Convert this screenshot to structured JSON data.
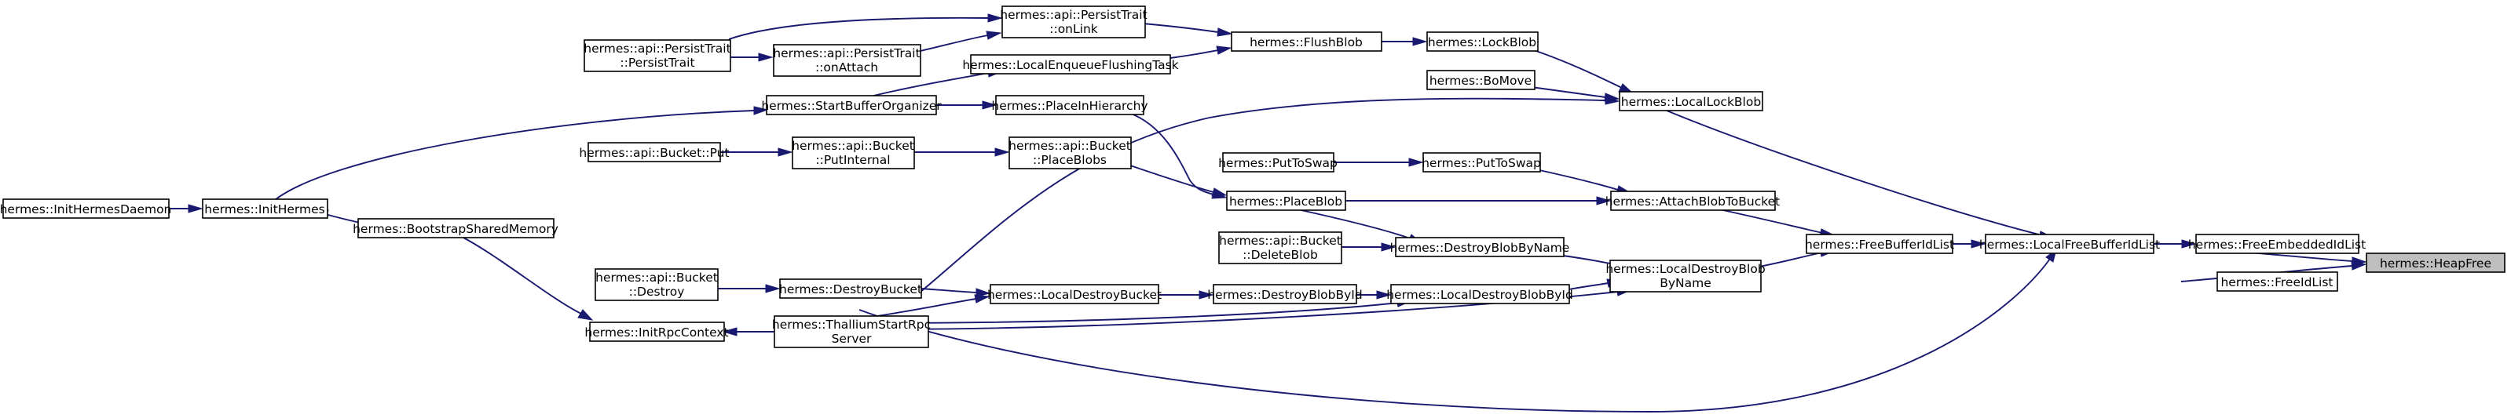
{
  "diagram": {
    "colors": {
      "edge": "#191970",
      "node_border": "#000000",
      "highlight_fill": "#bfbfbf",
      "node_fill": "#ffffff"
    },
    "nodes": [
      {
        "id": "heapfree",
        "label": [
          "hermes::HeapFree"
        ],
        "highlight": true
      },
      {
        "id": "freeembeddedidlist",
        "label": [
          "hermes::FreeEmbeddedIdList"
        ]
      },
      {
        "id": "freeidlist",
        "label": [
          "hermes::FreeIdList"
        ]
      },
      {
        "id": "localfreebufferidlist",
        "label": [
          "hermes::LocalFreeBufferIdList"
        ]
      },
      {
        "id": "freebufferidlist",
        "label": [
          "hermes::FreeBufferIdList"
        ]
      },
      {
        "id": "locallockblob",
        "label": [
          "hermes::LocalLockBlob"
        ]
      },
      {
        "id": "lockblob",
        "label": [
          "hermes::LockBlob"
        ]
      },
      {
        "id": "bomove",
        "label": [
          "hermes::BoMove"
        ]
      },
      {
        "id": "flushblob",
        "label": [
          "hermes::FlushBlob"
        ]
      },
      {
        "id": "onlink",
        "label": [
          "hermes::api::PersistTrait",
          "::onLink"
        ]
      },
      {
        "id": "localenqueue",
        "label": [
          "hermes::LocalEnqueueFlushingTask"
        ]
      },
      {
        "id": "onattach",
        "label": [
          "hermes::api::PersistTrait",
          "::onAttach"
        ]
      },
      {
        "id": "persisttrait",
        "label": [
          "hermes::api::PersistTrait",
          "::PersistTrait"
        ]
      },
      {
        "id": "startbufferorganizer",
        "label": [
          "hermes::StartBufferOrganizer"
        ]
      },
      {
        "id": "placeinhierarchy",
        "label": [
          "hermes::PlaceInHierarchy"
        ]
      },
      {
        "id": "initHermes",
        "label": [
          "hermes::InitHermes"
        ]
      },
      {
        "id": "initdaemon",
        "label": [
          "hermes::InitHermesDaemon"
        ]
      },
      {
        "id": "bootstrap",
        "label": [
          "hermes::BootstrapSharedMemory"
        ]
      },
      {
        "id": "initrpc",
        "label": [
          "hermes::InitRpcContext"
        ]
      },
      {
        "id": "thallium",
        "label": [
          "hermes::ThalliumStartRpc",
          "Server"
        ]
      },
      {
        "id": "bucketput",
        "label": [
          "hermes::api::Bucket::Put"
        ]
      },
      {
        "id": "putinternal",
        "label": [
          "hermes::api::Bucket",
          "::PutInternal"
        ]
      },
      {
        "id": "placeblobs",
        "label": [
          "hermes::api::Bucket",
          "::PlaceBlobs"
        ]
      },
      {
        "id": "placeblob",
        "label": [
          "hermes::PlaceBlob"
        ]
      },
      {
        "id": "puttoswap1",
        "label": [
          "hermes::PutToSwap"
        ]
      },
      {
        "id": "puttoswap2",
        "label": [
          "hermes::PutToSwap"
        ]
      },
      {
        "id": "attachblob",
        "label": [
          "hermes::AttachBlobToBucket"
        ]
      },
      {
        "id": "deleteblob",
        "label": [
          "hermes::api::Bucket",
          "::DeleteBlob"
        ]
      },
      {
        "id": "destroyblobbyname",
        "label": [
          "hermes::DestroyBlobByName"
        ]
      },
      {
        "id": "localdestroyblobbyname",
        "label": [
          "hermes::LocalDestroyBlob",
          "ByName"
        ]
      },
      {
        "id": "bucketdestroy",
        "label": [
          "hermes::api::Bucket",
          "::Destroy"
        ]
      },
      {
        "id": "destroybucket",
        "label": [
          "hermes::DestroyBucket"
        ]
      },
      {
        "id": "localdestroybucket",
        "label": [
          "hermes::LocalDestroyBucket"
        ]
      },
      {
        "id": "destroyblobbyid",
        "label": [
          "hermes::DestroyBlobById"
        ]
      },
      {
        "id": "localdestroyblobbyid",
        "label": [
          "hermes::LocalDestroyBlobById"
        ]
      }
    ]
  }
}
